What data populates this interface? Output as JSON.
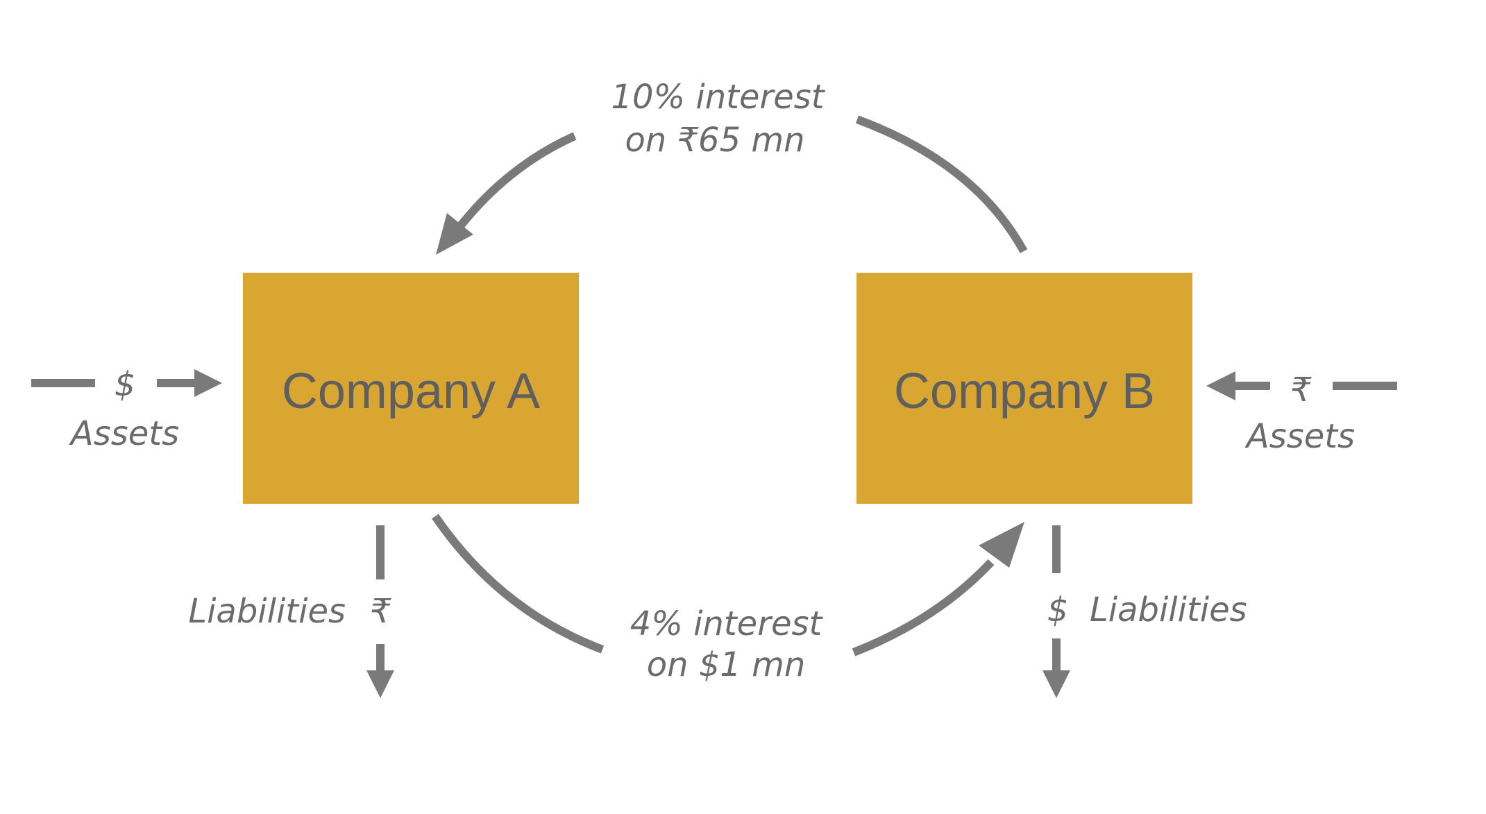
{
  "diagram": {
    "company_a": {
      "label": "Company A"
    },
    "company_b": {
      "label": "Company B"
    },
    "top_flow": {
      "line1": "10% interest",
      "line2": "on ₹65 mn"
    },
    "bottom_flow": {
      "line1": "4% interest",
      "line2": "on $1 mn"
    },
    "a_assets": {
      "currency": "$",
      "label": "Assets"
    },
    "b_assets": {
      "currency": "₹",
      "label": "Assets"
    },
    "a_liabilities": {
      "currency": "₹",
      "label": "Liabilities"
    },
    "b_liabilities": {
      "currency": "$",
      "label": "Liabilities"
    }
  },
  "colors": {
    "box_fill": "#DAA632",
    "arrow": "#7A7A7A",
    "box_text": "#5F5F5F",
    "label_text": "#6B6B6B"
  }
}
